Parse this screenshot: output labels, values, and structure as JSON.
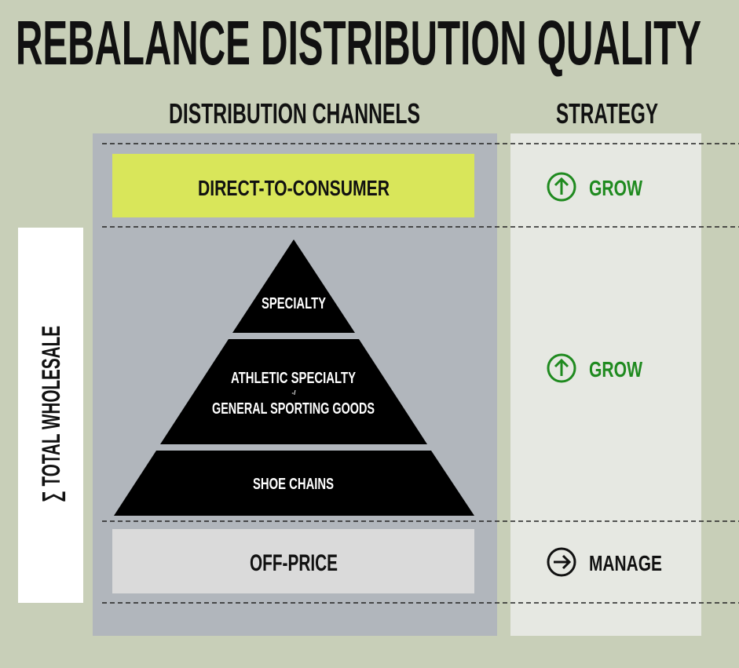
{
  "title": "REBALANCE DISTRIBUTION QUALITY",
  "headers": {
    "channels": "DISTRIBUTION CHANNELS",
    "strategy": "STRATEGY"
  },
  "colors": {
    "background": "#c8cfb8",
    "channels_panel": "#b1b6bc",
    "strategy_panel": "#e6e8e2",
    "dtc": "#d9e65a",
    "off_price": "#dadada",
    "grow": "#1f8a1f",
    "manage": "#111111"
  },
  "channels": {
    "dtc": "DIRECT-TO-CONSUMER",
    "pyramid": {
      "top": "SPECIALTY",
      "middle_line1": "ATHLETIC SPECIALTY",
      "middle_sep": "-/",
      "middle_line2": "GENERAL SPORTING GOODS",
      "bottom": "SHOE CHAINS"
    },
    "off_price": "OFF-PRICE"
  },
  "wholesale_label": "∑ TOTAL WHOLESALE",
  "strategy": [
    {
      "label": "GROW",
      "icon": "arrow-up-circle-icon"
    },
    {
      "label": "GROW",
      "icon": "arrow-up-circle-icon"
    },
    {
      "label": "MANAGE",
      "icon": "arrow-right-circle-icon"
    }
  ]
}
